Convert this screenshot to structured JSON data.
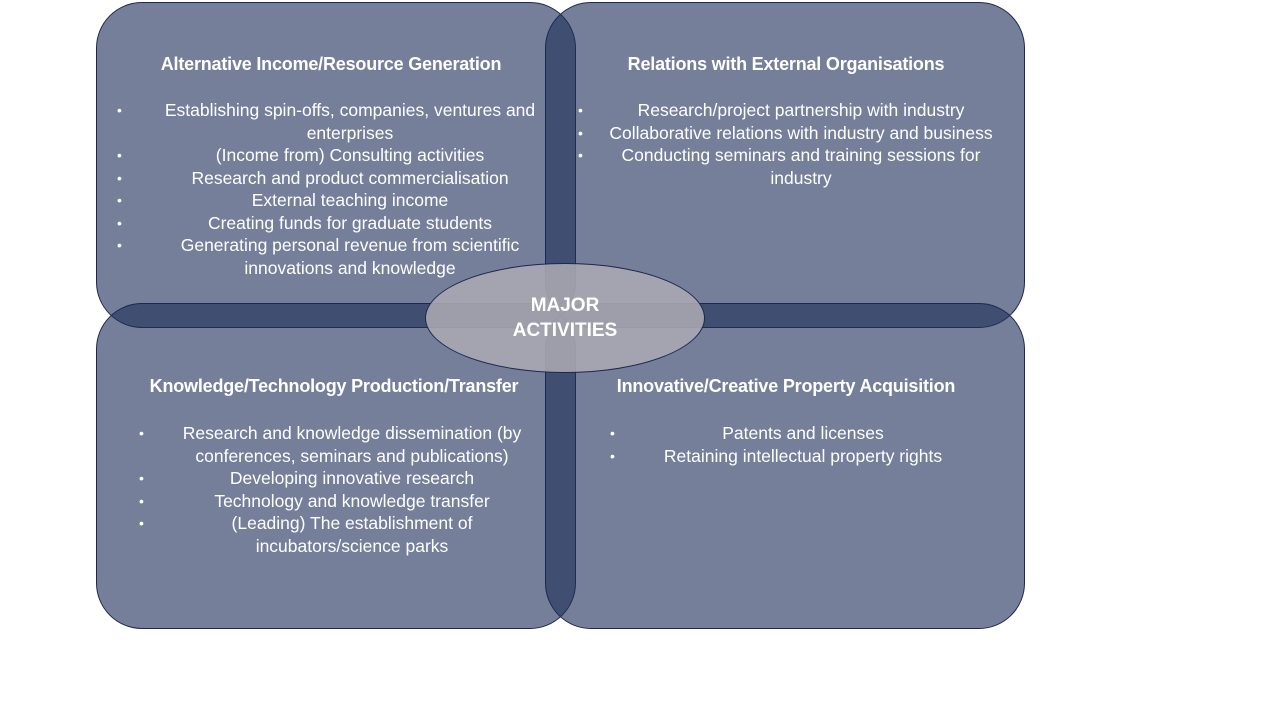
{
  "diagram": {
    "center_label": "MAJOR ACTIVITIES",
    "quadrants": {
      "top_left": {
        "title": "Alternative Income/Resource Generation",
        "items": [
          "Establishing spin-offs, companies, ventures and enterprises",
          "(Income from) Consulting activities",
          "Research and product commercialisation",
          "External teaching income",
          "Creating funds for graduate students",
          "Generating personal revenue from scientific innovations and knowledge"
        ]
      },
      "top_right": {
        "title": "Relations with External Organisations",
        "items": [
          "Research/project partnership with industry",
          "Collaborative relations with industry and business",
          "Conducting seminars and training sessions for industry"
        ]
      },
      "bottom_left": {
        "title": "Knowledge/Technology Production/Transfer",
        "items": [
          "Research and knowledge dissemination (by conferences, seminars and publications)",
          "Developing innovative research",
          "Technology and knowledge transfer",
          "(Leading) The establishment of incubators/science parks"
        ]
      },
      "bottom_right": {
        "title": "Innovative/Creative Property Acquisition",
        "items": [
          "Patents and licenses",
          "Retaining intellectual property rights"
        ]
      }
    },
    "colors": {
      "quadrant_fill": "#6f7a93",
      "overlap_fill": "#364468",
      "outline": "#1c2850",
      "ellipse_fill": "#a3a3aa",
      "text": "#ffffff"
    }
  }
}
